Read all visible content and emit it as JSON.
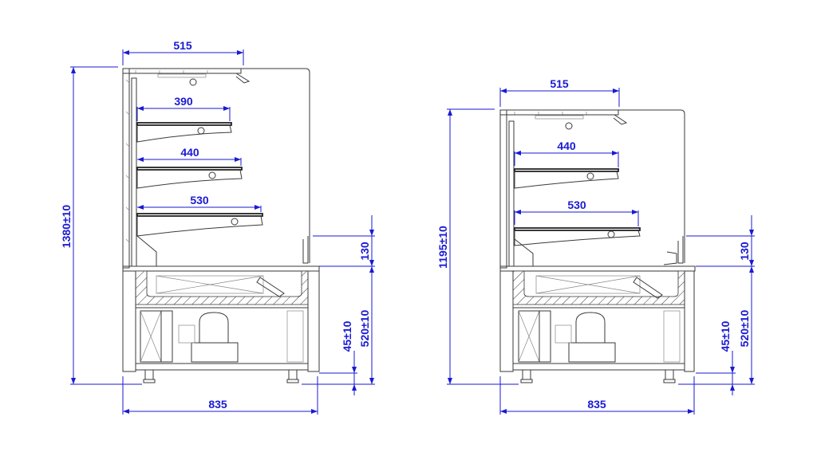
{
  "diagram": {
    "colors": {
      "dimension": "#1a1ad4",
      "linework": "#3a3a3a",
      "background": "#ffffff"
    },
    "left_unit": {
      "name": "tall-display-cabinet",
      "total_height": "1380±10",
      "top_depth": "515",
      "shelves": [
        "390",
        "440",
        "530"
      ],
      "front_glass": "130",
      "base_height": "520±10",
      "leg_height": "45±10",
      "total_depth": "835"
    },
    "right_unit": {
      "name": "short-display-cabinet",
      "total_height": "1195±10",
      "top_depth": "515",
      "shelves": [
        "440",
        "530"
      ],
      "front_glass": "130",
      "base_height": "520±10",
      "leg_height": "45±10",
      "total_depth": "835"
    }
  }
}
